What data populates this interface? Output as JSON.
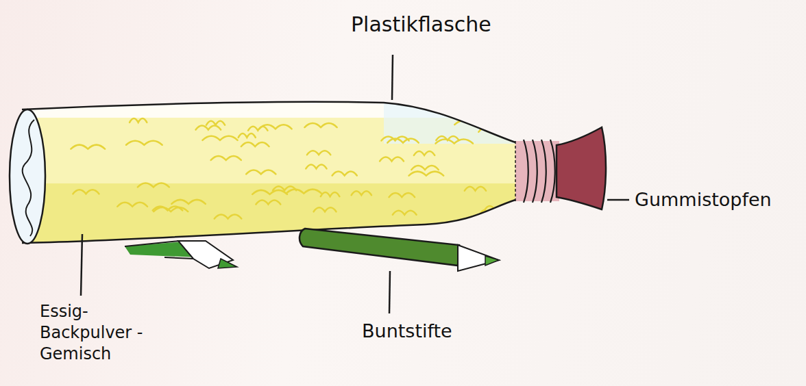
{
  "diagram": {
    "labels": [
      "Plastikflasche",
      "Gummistopfen",
      "Essig- Backpulver - Gemisch",
      "Buntstifte"
    ]
  }
}
